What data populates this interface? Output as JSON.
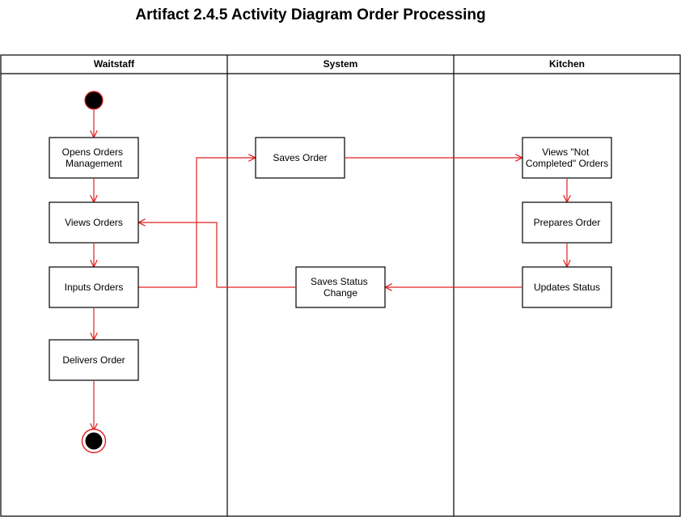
{
  "title": "Artifact 2.4.5 Activity Diagram Order Processing",
  "lanes": [
    {
      "id": "waitstaff",
      "label": "Waitstaff"
    },
    {
      "id": "system",
      "label": "System"
    },
    {
      "id": "kitchen",
      "label": "Kitchen"
    }
  ],
  "nodes": {
    "opens_orders": [
      "Opens Orders",
      "Management"
    ],
    "views_orders": [
      "Views Orders"
    ],
    "inputs_orders": [
      "Inputs Orders"
    ],
    "delivers_order": [
      "Delivers Order"
    ],
    "saves_order": [
      "Saves Order"
    ],
    "saves_status": [
      "Saves Status",
      "Change"
    ],
    "views_not_completed": [
      "Views \"Not",
      "Completed\" Orders"
    ],
    "prepares_order": [
      "Prepares Order"
    ],
    "updates_status": [
      "Updates Status"
    ]
  },
  "colors": {
    "flow": "#e02020",
    "start_fill": "#000000",
    "end_ring": "#e02020",
    "border": "#000000"
  }
}
